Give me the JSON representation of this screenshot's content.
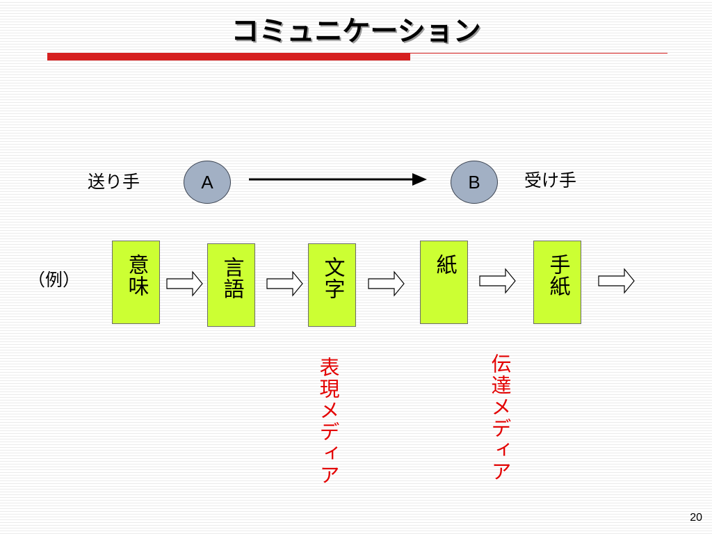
{
  "slide": {
    "title": "コミュニケーション",
    "page_number": "20"
  },
  "flow": {
    "sender_label": "送り手",
    "receiver_label": "受け手",
    "node_a": "A",
    "node_b": "B"
  },
  "example": {
    "label": "（例）",
    "boxes": [
      "意味",
      "言語",
      "文字",
      "紙",
      "手紙"
    ]
  },
  "annotations": {
    "expression_media": "表現メディア",
    "transmission_media": "伝達メディア"
  },
  "colors": {
    "accent_red": "#d62020",
    "box_fill": "#ccff33",
    "node_fill": "#a2b0c4",
    "annotation_red": "#e30000"
  }
}
